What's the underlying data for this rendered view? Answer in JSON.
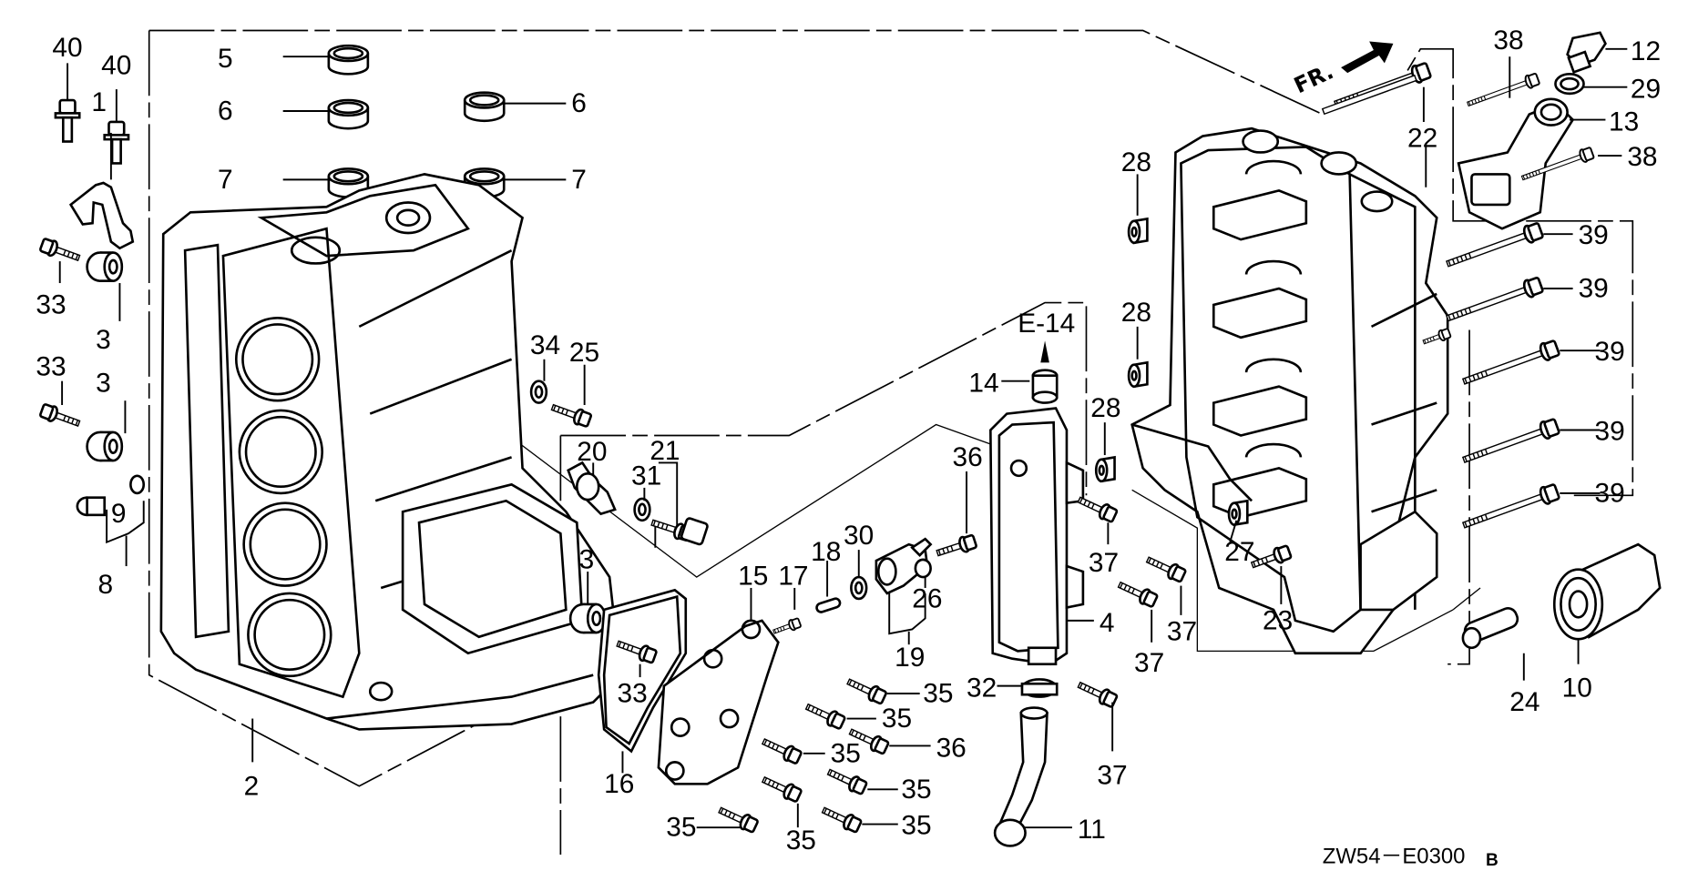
{
  "diagram": {
    "title": "Cylinder Block Exploded Parts Diagram",
    "drawing_code": "ZW54－E0300",
    "drawing_rev": "B",
    "direction_marker": "FR.",
    "reference_marker": "E-14"
  },
  "callouts": [
    {
      "ref": "40",
      "part": "bolt (bracket, left)"
    },
    {
      "ref": "40",
      "part": "bolt (bracket, right)"
    },
    {
      "ref": "1",
      "part": "bracket"
    },
    {
      "ref": "33",
      "part": "bolt (upper left)"
    },
    {
      "ref": "3",
      "part": "collar (upper left)"
    },
    {
      "ref": "33",
      "part": "bolt (lower left)"
    },
    {
      "ref": "3",
      "part": "collar (lower left)"
    },
    {
      "ref": "9",
      "part": "washer"
    },
    {
      "ref": "8",
      "part": "plug set"
    },
    {
      "ref": "5",
      "part": "ring"
    },
    {
      "ref": "6",
      "part": "ring (left)"
    },
    {
      "ref": "6",
      "part": "ring (right)"
    },
    {
      "ref": "7",
      "part": "ring (left)"
    },
    {
      "ref": "7",
      "part": "ring (right)"
    },
    {
      "ref": "2",
      "part": "cylinder block"
    },
    {
      "ref": "34",
      "part": "washer"
    },
    {
      "ref": "25",
      "part": "bolt"
    },
    {
      "ref": "20",
      "part": "sensor"
    },
    {
      "ref": "21",
      "part": "sensor set"
    },
    {
      "ref": "31",
      "part": "washer"
    },
    {
      "ref": "3",
      "part": "collar (center)"
    },
    {
      "ref": "33",
      "part": "bolt (center)"
    },
    {
      "ref": "16",
      "part": "gasket"
    },
    {
      "ref": "15",
      "part": "cover"
    },
    {
      "ref": "17",
      "part": "screw"
    },
    {
      "ref": "18",
      "part": "spring"
    },
    {
      "ref": "30",
      "part": "washer"
    },
    {
      "ref": "19",
      "part": "joint set"
    },
    {
      "ref": "26",
      "part": "collar"
    },
    {
      "ref": "36",
      "part": "bolt (upper)"
    },
    {
      "ref": "14",
      "part": "plug"
    },
    {
      "ref": "4",
      "part": "cover"
    },
    {
      "ref": "32",
      "part": "clamp"
    },
    {
      "ref": "11",
      "part": "hose"
    },
    {
      "ref": "35",
      "part": "bolt"
    },
    {
      "ref": "35",
      "part": "bolt"
    },
    {
      "ref": "36",
      "part": "bolt (lower)"
    },
    {
      "ref": "35",
      "part": "bolt"
    },
    {
      "ref": "35",
      "part": "bolt"
    },
    {
      "ref": "35",
      "part": "bolt"
    },
    {
      "ref": "35",
      "part": "bolt"
    },
    {
      "ref": "35",
      "part": "bolt"
    },
    {
      "ref": "37",
      "part": "bolt (upper)"
    },
    {
      "ref": "37",
      "part": "bolt (right)"
    },
    {
      "ref": "37",
      "part": "bolt (middle)"
    },
    {
      "ref": "37",
      "part": "bolt (lower)"
    },
    {
      "ref": "28",
      "part": "dowel pin (top)"
    },
    {
      "ref": "28",
      "part": "dowel pin (middle)"
    },
    {
      "ref": "28",
      "part": "dowel pin (lower)"
    },
    {
      "ref": "27",
      "part": "dowel pin"
    },
    {
      "ref": "23",
      "part": "bolt"
    },
    {
      "ref": "22",
      "part": "long bolt"
    },
    {
      "ref": "38",
      "part": "bolt (upper)"
    },
    {
      "ref": "38",
      "part": "bolt (lower)"
    },
    {
      "ref": "12",
      "part": "oil filler cap"
    },
    {
      "ref": "29",
      "part": "O-ring"
    },
    {
      "ref": "13",
      "part": "oil filler neck"
    },
    {
      "ref": "39",
      "part": "bolt"
    },
    {
      "ref": "39",
      "part": "bolt"
    },
    {
      "ref": "39",
      "part": "bolt"
    },
    {
      "ref": "39",
      "part": "bolt"
    },
    {
      "ref": "39",
      "part": "bolt"
    },
    {
      "ref": "24",
      "part": "stud"
    },
    {
      "ref": "10",
      "part": "oil filter"
    }
  ]
}
